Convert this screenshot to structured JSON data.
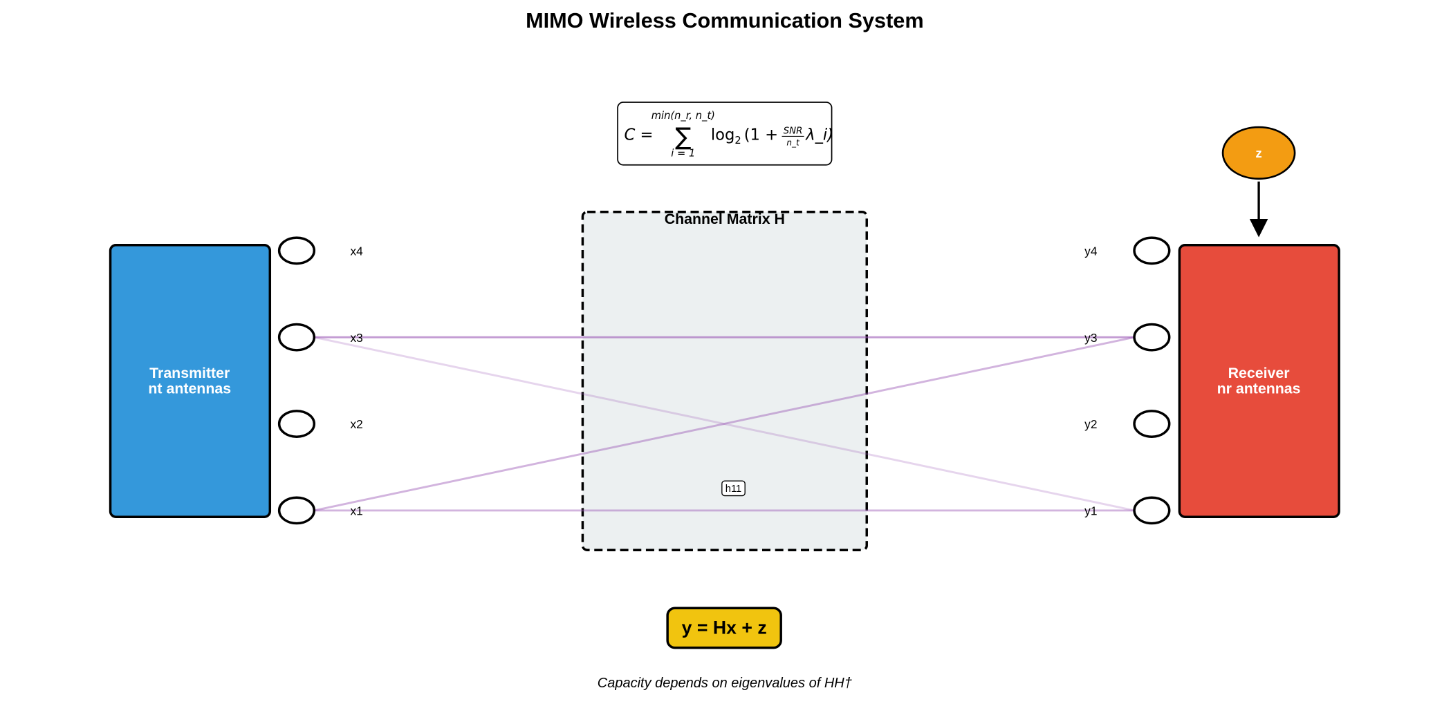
{
  "title": "MIMO Wireless Communication System",
  "formula": {
    "lhs": "C =",
    "sum_upper": "min(n_r, n_t)",
    "sum_lower": "i = 1",
    "sum_symbol": "∑",
    "body_log": "log",
    "body_sub": "2",
    "body_open": "(1 +",
    "frac_num": "SNR",
    "frac_den": "n_t",
    "body_close": "λ_i)"
  },
  "channel": {
    "title": "Channel Matrix H",
    "element_label": "h11"
  },
  "transmitter": {
    "line1": "Transmitter",
    "line2": "nt antennas",
    "color": "#3498db"
  },
  "receiver": {
    "line1": "Receiver",
    "line2": "nr antennas",
    "color": "#e74c3c"
  },
  "noise": {
    "label": "z",
    "color": "#f39c12"
  },
  "tx_antennas": [
    "x4",
    "x3",
    "x2",
    "x1"
  ],
  "rx_antennas": [
    "y4",
    "y3",
    "y2",
    "y1"
  ],
  "links": [
    {
      "from": "x3",
      "to": "y3",
      "strength": 0.6
    },
    {
      "from": "x3",
      "to": "y1",
      "strength": 0.25
    },
    {
      "from": "x1",
      "to": "y3",
      "strength": 0.45
    },
    {
      "from": "x1",
      "to": "y1",
      "strength": 0.45
    }
  ],
  "link_color": "#9b59b6",
  "equation": {
    "text": "y = Hx + z",
    "color": "#f1c40f"
  },
  "caption": "Capacity depends on eigenvalues of HH†"
}
